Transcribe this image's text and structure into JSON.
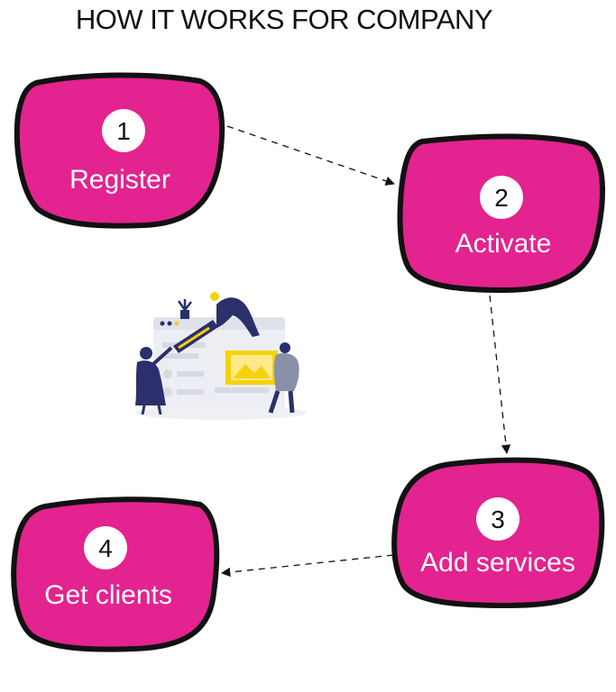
{
  "title": "HOW IT WORKS FOR COMPANY",
  "colors": {
    "blob_fill": "#e3238f",
    "blob_stroke": "#111111",
    "badge_fill": "#ffffff",
    "arrow": "#111111",
    "illustration_accent": "#f5d20a",
    "illustration_figures": "#2b2f6b"
  },
  "steps": [
    {
      "number": "1",
      "label": "Register"
    },
    {
      "number": "2",
      "label": "Activate"
    },
    {
      "number": "3",
      "label": "Add services"
    },
    {
      "number": "4",
      "label": "Get clients"
    }
  ],
  "illustration": {
    "icon": "team-building-website-illustration"
  }
}
